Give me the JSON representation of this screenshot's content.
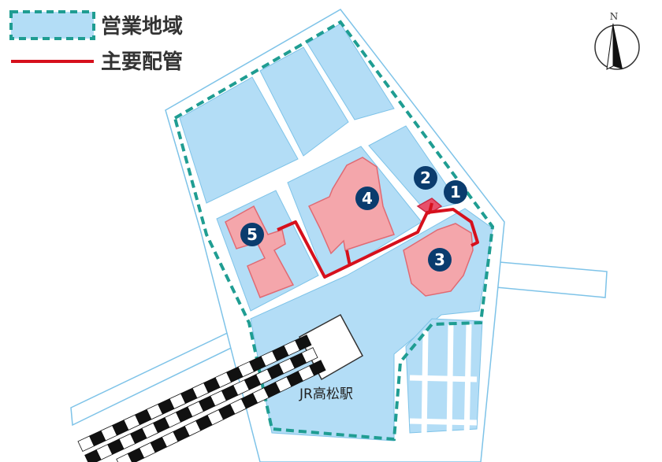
{
  "legend": {
    "business_area_label": "営業地域",
    "main_pipe_label": "主要配管"
  },
  "compass": {
    "north_label": "N"
  },
  "station": {
    "label": "JR高松駅"
  },
  "markers": [
    {
      "id": "1",
      "label": "1"
    },
    {
      "id": "2",
      "label": "2"
    },
    {
      "id": "3",
      "label": "3"
    },
    {
      "id": "4",
      "label": "4"
    },
    {
      "id": "5",
      "label": "5"
    }
  ],
  "colors": {
    "block_fill": "#b3ddf6",
    "road": "#ffffff",
    "road_edge": "#7ec3e8",
    "area_border": "#1f9d92",
    "building_fill": "#f4a6ab",
    "building_edge": "#e06a73",
    "pipe": "#d6101c",
    "marker": "#0a3c6e",
    "rail_dark": "#111111"
  }
}
